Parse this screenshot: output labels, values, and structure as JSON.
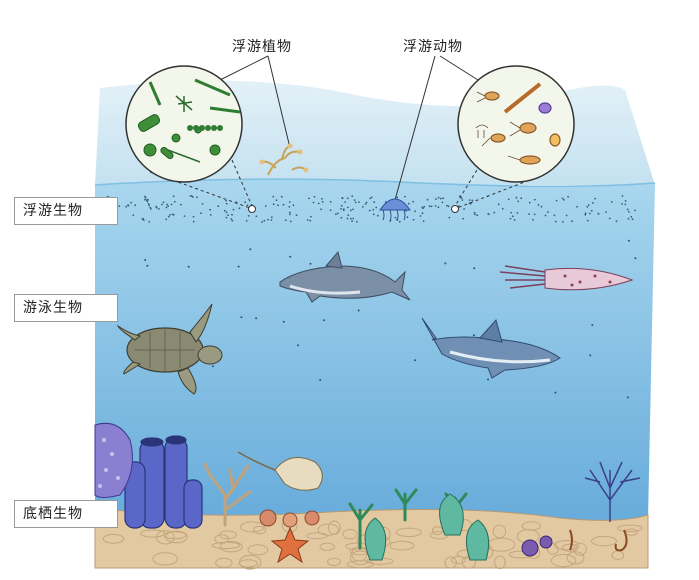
{
  "callouts": {
    "phytoplankton": "浮游植物",
    "zooplankton": "浮游动物"
  },
  "zones": {
    "plankton": "浮游生物",
    "nekton": "游泳生物",
    "benthos": "底栖生物"
  },
  "colors": {
    "surface_sky": "#c9e4f2",
    "water_top": "#9fd0ea",
    "water_bottom": "#6aaede",
    "seabed": "#e3c9a2"
  }
}
